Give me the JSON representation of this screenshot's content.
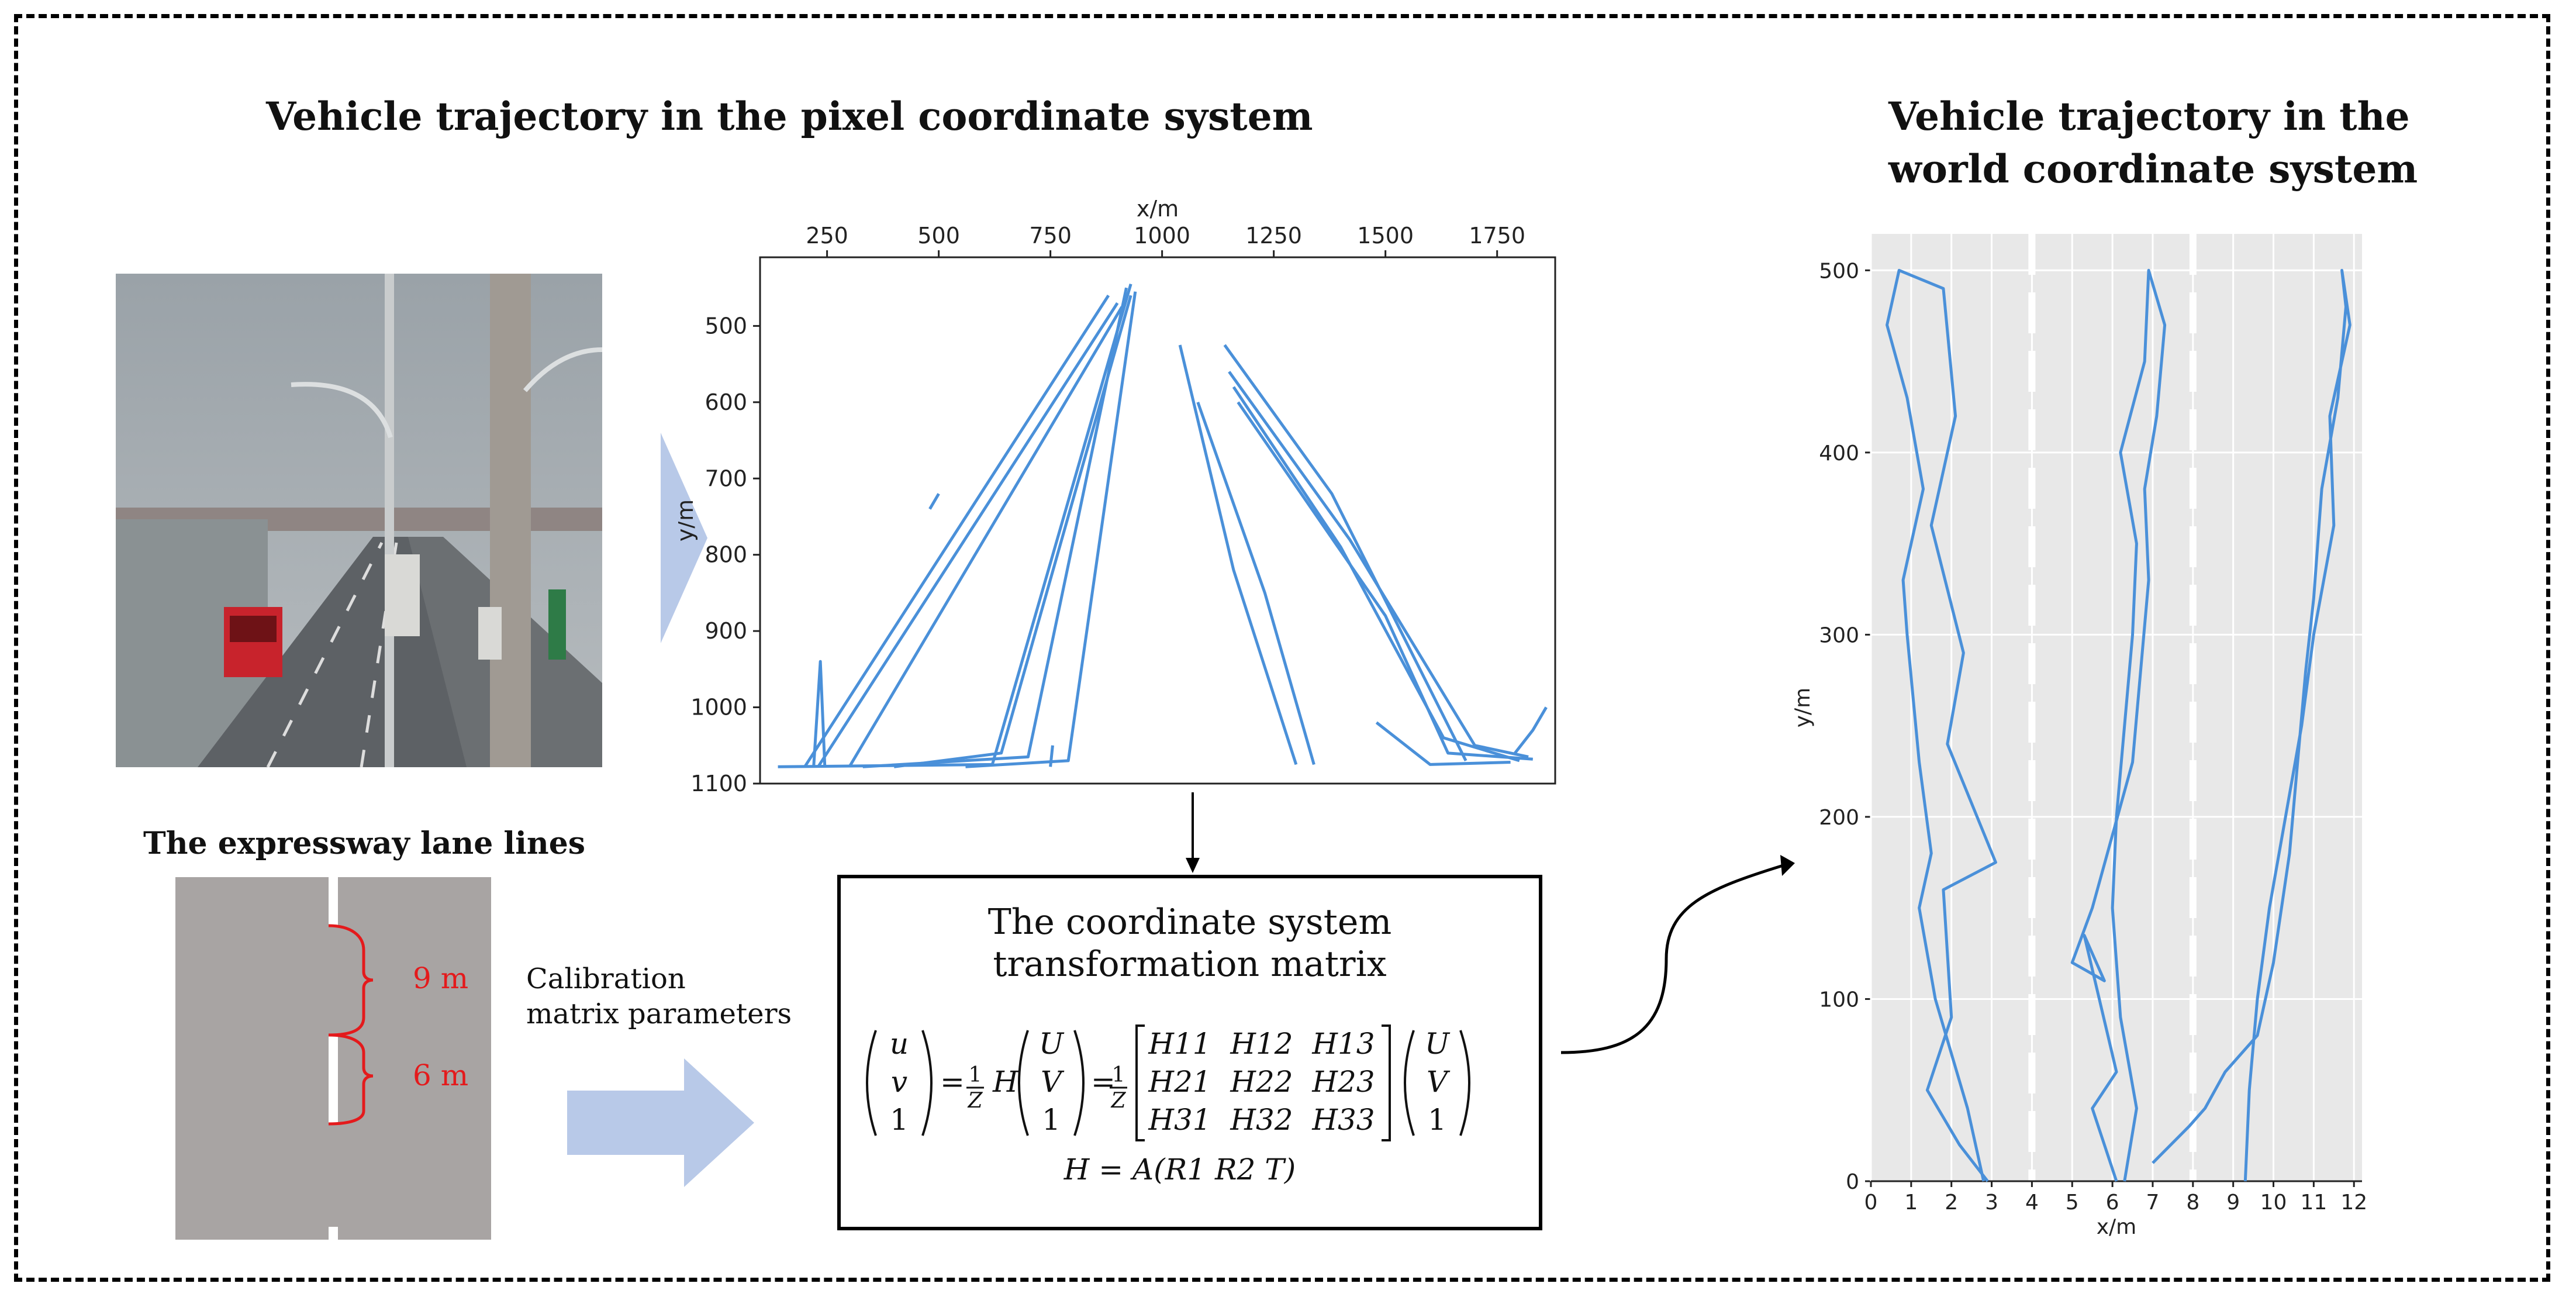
{
  "titles": {
    "pixel": "Vehicle trajectory in the pixel coordinate system",
    "world_line1": "Vehicle trajectory in the",
    "world_line2": "world coordinate system",
    "lane_lines": "The expressway lane lines"
  },
  "lane": {
    "dim_upper": "9 m",
    "dim_lower": "6 m"
  },
  "calibration": {
    "line1": "Calibration",
    "line2": "matrix parameters"
  },
  "matrix_box": {
    "title_line1": "The coordinate system",
    "title_line2": "transformation matrix",
    "lhs": [
      "u",
      "v",
      "1"
    ],
    "rhs_vec": [
      "U",
      "V",
      "1"
    ],
    "frac_num": "1",
    "frac_den": "Z",
    "H": "H",
    "entries": [
      [
        "H11",
        "H12",
        "H13"
      ],
      [
        "H21",
        "H22",
        "H23"
      ],
      [
        "H31",
        "H32",
        "H33"
      ]
    ],
    "second_eq": "H = A(R1   R2   T)"
  },
  "colors": {
    "trajectory": "#4a90d9",
    "arrow_fill": "#b8c9e8",
    "road": "#a8a4a3",
    "plot_bg": "#e8e8e8",
    "dim_red": "#e41a1c"
  },
  "chart_data": [
    {
      "type": "line",
      "xlabel": "x/m",
      "ylabel": "y/m",
      "x_ticks": [
        "250",
        "500",
        "750",
        "1000",
        "1250",
        "1500",
        "1750"
      ],
      "y_ticks": [
        "500",
        "600",
        "700",
        "800",
        "900",
        "1000",
        "1100"
      ],
      "xlim": [
        100,
        1880
      ],
      "ylim": [
        1100,
        410
      ],
      "y_inverted": true,
      "x_axis_position": "top",
      "series": [
        {
          "values": [
            [
              140,
              1078
            ],
            [
              620,
              1075
            ],
            [
              930,
              445
            ]
          ]
        },
        {
          "values": [
            [
              200,
              1078
            ],
            [
              880,
              460
            ]
          ]
        },
        {
          "values": [
            [
              230,
              1078
            ],
            [
              900,
              470
            ]
          ]
        },
        {
          "values": [
            [
              300,
              1078
            ],
            [
              910,
              475
            ]
          ]
        },
        {
          "values": [
            [
              330,
              1078
            ],
            [
              700,
              1065
            ],
            [
              920,
              450
            ]
          ]
        },
        {
          "values": [
            [
              400,
              1078
            ],
            [
              640,
              1060
            ],
            [
              930,
              460
            ]
          ]
        },
        {
          "values": [
            [
              560,
              1078
            ],
            [
              790,
              1070
            ],
            [
              940,
              455
            ]
          ]
        },
        {
          "values": [
            [
              220,
              1078
            ],
            [
              235,
              940
            ],
            [
              245,
              1078
            ]
          ]
        },
        {
          "values": [
            [
              480,
              740
            ],
            [
              500,
              720
            ]
          ]
        },
        {
          "values": [
            [
              750,
              1078
            ],
            [
              755,
              1050
            ]
          ]
        },
        {
          "values": [
            [
              1040,
              525
            ],
            [
              1160,
              820
            ],
            [
              1300,
              1075
            ]
          ]
        },
        {
          "values": [
            [
              1080,
              600
            ],
            [
              1230,
              850
            ],
            [
              1340,
              1075
            ]
          ]
        },
        {
          "values": [
            [
              1140,
              525
            ],
            [
              1380,
              720
            ],
            [
              1620,
              1000
            ],
            [
              1680,
              1070
            ]
          ]
        },
        {
          "values": [
            [
              1150,
              560
            ],
            [
              1420,
              780
            ],
            [
              1700,
              1050
            ],
            [
              1820,
              1065
            ]
          ]
        },
        {
          "values": [
            [
              1160,
              580
            ],
            [
              1400,
              790
            ],
            [
              1630,
              1040
            ],
            [
              1800,
              1070
            ]
          ]
        },
        {
          "values": [
            [
              1170,
              600
            ],
            [
              1500,
              880
            ],
            [
              1640,
              1060
            ],
            [
              1830,
              1068
            ]
          ]
        },
        {
          "values": [
            [
              1480,
              1020
            ],
            [
              1600,
              1075
            ],
            [
              1780,
              1072
            ]
          ]
        },
        {
          "values": [
            [
              1790,
              1060
            ],
            [
              1830,
              1030
            ],
            [
              1860,
              1000
            ]
          ]
        }
      ]
    },
    {
      "type": "line",
      "xlabel": "x/m",
      "ylabel": "y/m",
      "x_ticks": [
        "0",
        "1",
        "2",
        "3",
        "4",
        "5",
        "6",
        "7",
        "8",
        "9",
        "10",
        "11",
        "12"
      ],
      "y_ticks": [
        "0",
        "100",
        "200",
        "300",
        "400",
        "500"
      ],
      "xlim": [
        0,
        12.2
      ],
      "ylim": [
        0,
        520
      ],
      "lane_dividers": [
        4,
        8
      ],
      "grid": true,
      "series": [
        {
          "values": [
            [
              2.8,
              0
            ],
            [
              2.4,
              40
            ],
            [
              1.6,
              100
            ],
            [
              1.2,
              150
            ],
            [
              1.5,
              180
            ],
            [
              1.2,
              230
            ],
            [
              0.9,
              300
            ],
            [
              0.8,
              330
            ],
            [
              1.3,
              380
            ],
            [
              0.9,
              430
            ],
            [
              0.4,
              470
            ],
            [
              0.7,
              500
            ],
            [
              1.8,
              490
            ],
            [
              2.1,
              420
            ],
            [
              1.5,
              360
            ],
            [
              2.3,
              290
            ],
            [
              1.9,
              240
            ],
            [
              3.1,
              175
            ],
            [
              1.8,
              160
            ],
            [
              2.0,
              90
            ],
            [
              1.4,
              50
            ],
            [
              2.2,
              20
            ],
            [
              2.9,
              0
            ]
          ]
        },
        {
          "values": [
            [
              6.3,
              0
            ],
            [
              6.6,
              40
            ],
            [
              6.2,
              90
            ],
            [
              6.0,
              150
            ],
            [
              6.1,
              200
            ],
            [
              6.3,
              250
            ],
            [
              6.5,
              300
            ],
            [
              6.6,
              350
            ],
            [
              6.2,
              400
            ],
            [
              6.8,
              450
            ],
            [
              6.9,
              500
            ],
            [
              7.3,
              470
            ],
            [
              7.1,
              420
            ],
            [
              6.8,
              380
            ],
            [
              6.9,
              330
            ],
            [
              6.7,
              280
            ],
            [
              6.5,
              230
            ],
            [
              5.5,
              150
            ],
            [
              5.0,
              120
            ],
            [
              5.8,
              110
            ],
            [
              5.3,
              135
            ],
            [
              6.1,
              60
            ],
            [
              5.5,
              40
            ],
            [
              6.1,
              0
            ]
          ]
        },
        {
          "values": [
            [
              7.0,
              10
            ],
            [
              7.9,
              30
            ],
            [
              8.3,
              40
            ],
            [
              8.8,
              60
            ],
            [
              9.6,
              80
            ],
            [
              10.0,
              120
            ],
            [
              10.4,
              180
            ],
            [
              10.6,
              230
            ],
            [
              10.8,
              280
            ],
            [
              11.0,
              320
            ],
            [
              11.2,
              380
            ],
            [
              11.6,
              430
            ],
            [
              11.8,
              480
            ],
            [
              11.7,
              500
            ],
            [
              11.9,
              470
            ],
            [
              11.4,
              420
            ],
            [
              11.5,
              360
            ],
            [
              11.0,
              300
            ],
            [
              10.7,
              250
            ],
            [
              10.3,
              200
            ],
            [
              9.9,
              150
            ],
            [
              9.6,
              100
            ],
            [
              9.4,
              50
            ],
            [
              9.3,
              0
            ]
          ]
        }
      ]
    }
  ]
}
